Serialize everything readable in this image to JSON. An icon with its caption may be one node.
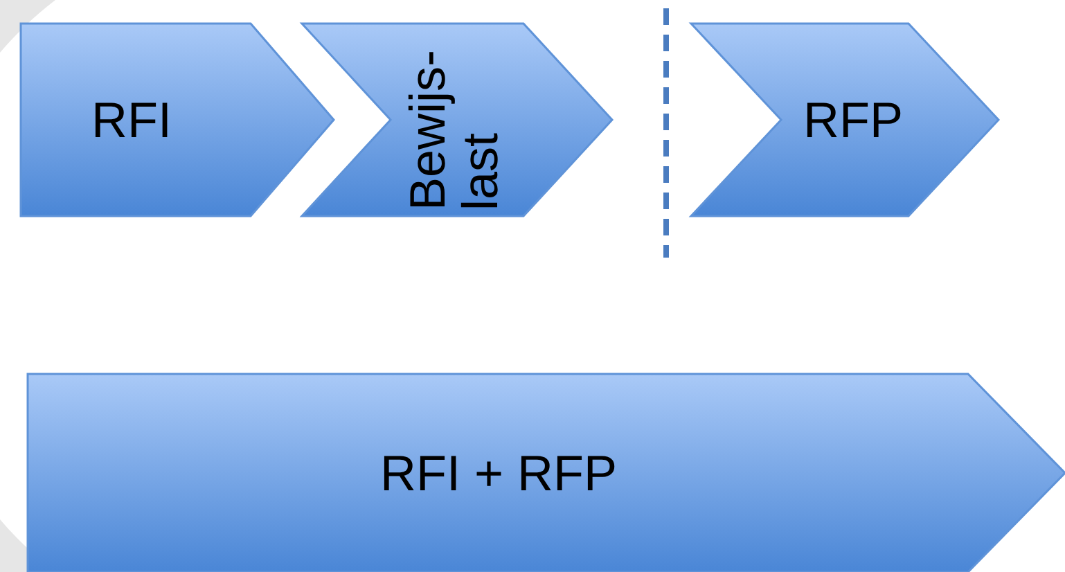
{
  "diagram": {
    "nodes": [
      {
        "text": [
          "RFI"
        ]
      },
      {
        "text": [
          "Bewijs- last"
        ]
      },
      {
        "text": [
          "RFP"
        ]
      },
      {
        "text": [
          "RFI + RFP"
        ]
      }
    ]
  }
}
